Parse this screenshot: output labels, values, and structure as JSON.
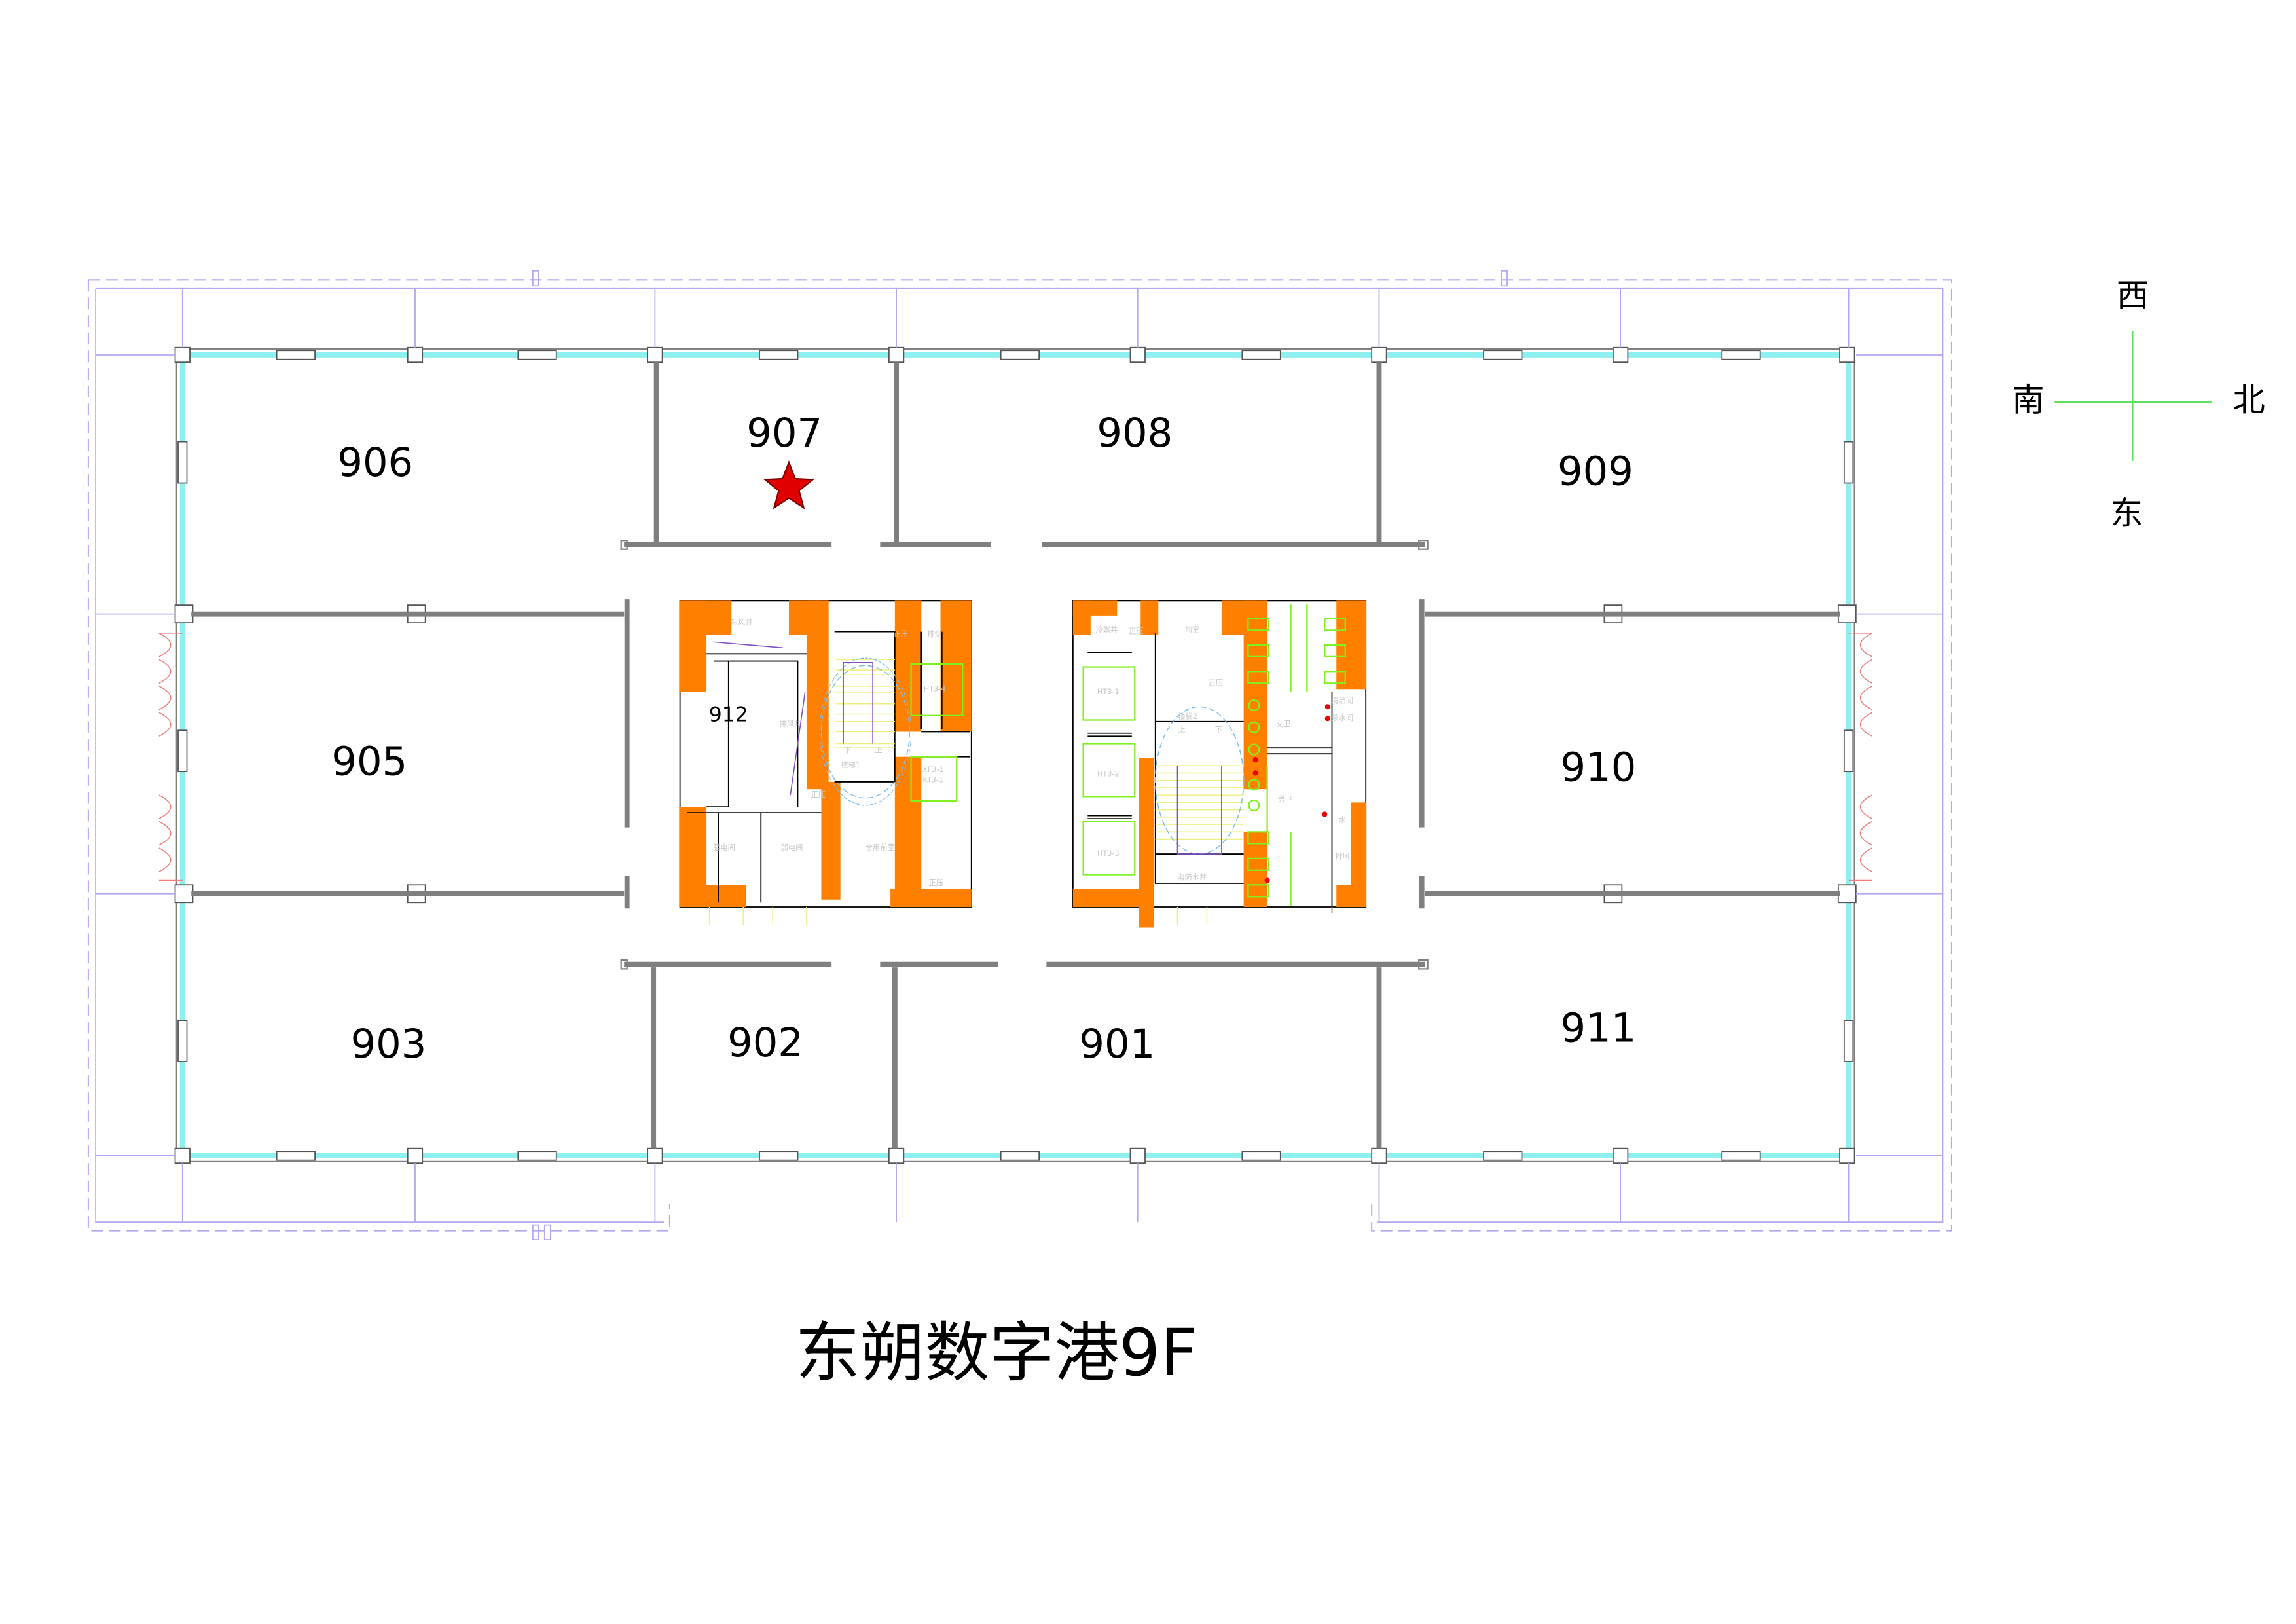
{
  "title": "东朔数字港9F",
  "compass": {
    "north": "北",
    "south": "南",
    "east": "东",
    "west": "西"
  },
  "rooms": {
    "r901": "901",
    "r902": "902",
    "r903": "903",
    "r905": "905",
    "r906": "906",
    "r907": "907",
    "r908": "908",
    "r909": "909",
    "r910": "910",
    "r911": "911",
    "r912": "912"
  },
  "marker": {
    "room": "907",
    "color": "#e00000"
  },
  "core_left": {
    "fresh_air_shaft": "新风井",
    "exhaust_shaft": "排风井",
    "pressurize_1": "正压",
    "smoke_exhaust": "排烟",
    "elevator_ht34": "HT3-4",
    "elevator_xf31": "XF3-1",
    "elevator_kt31": "KT3-1",
    "stair_1": "楼梯1",
    "down": "下",
    "up": "上",
    "pressurize_2": "正压",
    "strong_power": "强电间",
    "weak_power": "弱电间",
    "shared_lobby": "合用前室",
    "pressurize_3": "正压"
  },
  "core_right": {
    "refrigerant_shaft": "冷媒井",
    "pressurize_1": "正压",
    "lobby": "前室",
    "pressurize_2": "正压",
    "elevator_ht31": "HT3-1",
    "elevator_ht32": "HT3-2",
    "elevator_ht33": "HT3-3",
    "stair_2": "楼梯2",
    "up": "上",
    "down": "下",
    "fire_water_shaft": "消防水井",
    "womens_wc": "女卫",
    "mens_wc": "男卫",
    "cleaning_room": "清洁间",
    "tea_room": "茶水间",
    "water": "水",
    "exhaust": "排风"
  }
}
